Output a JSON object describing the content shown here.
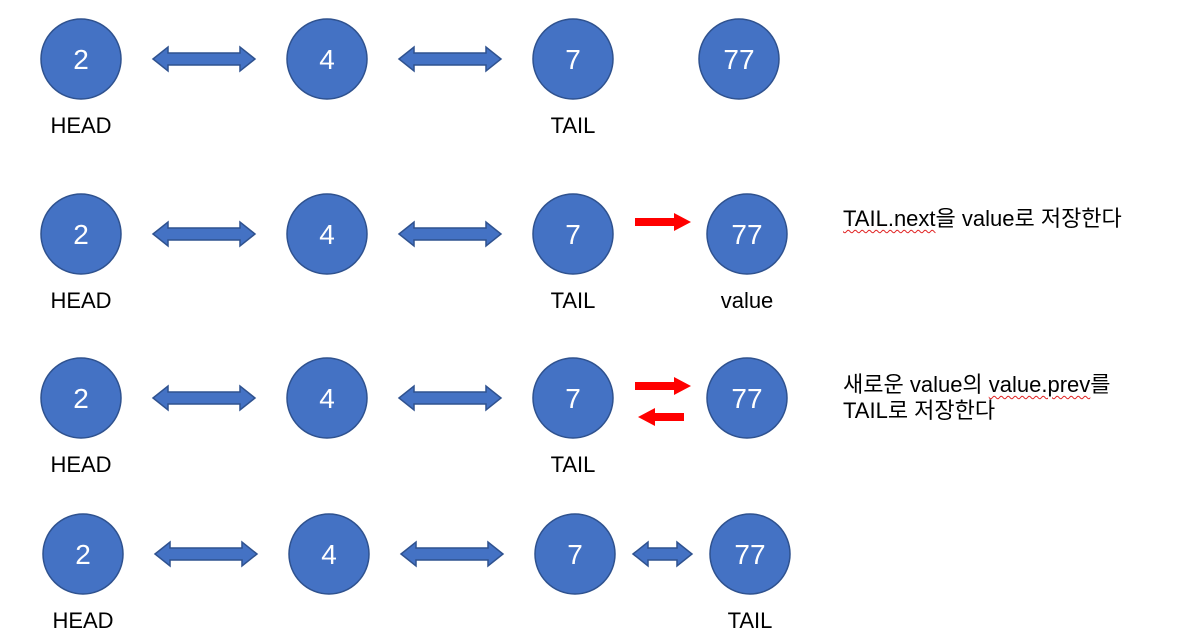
{
  "rows": [
    {
      "nodes": [
        {
          "value": "2",
          "label": "HEAD"
        },
        {
          "value": "4",
          "label": ""
        },
        {
          "value": "7",
          "label": "TAIL"
        },
        {
          "value": "77",
          "label": ""
        }
      ],
      "links": [
        "double",
        "double",
        "none"
      ]
    },
    {
      "nodes": [
        {
          "value": "2",
          "label": "HEAD"
        },
        {
          "value": "4",
          "label": ""
        },
        {
          "value": "7",
          "label": "TAIL"
        },
        {
          "value": "77",
          "label": "value"
        }
      ],
      "links": [
        "double",
        "double",
        "red-next"
      ]
    },
    {
      "nodes": [
        {
          "value": "2",
          "label": "HEAD"
        },
        {
          "value": "4",
          "label": ""
        },
        {
          "value": "7",
          "label": "TAIL"
        },
        {
          "value": "77",
          "label": ""
        }
      ],
      "links": [
        "double",
        "double",
        "red-both"
      ]
    },
    {
      "nodes": [
        {
          "value": "2",
          "label": "HEAD"
        },
        {
          "value": "4",
          "label": ""
        },
        {
          "value": "7",
          "label": ""
        },
        {
          "value": "77",
          "label": "TAIL"
        }
      ],
      "links": [
        "double",
        "double",
        "double"
      ]
    }
  ],
  "notes": {
    "step2": {
      "underlined": "TAIL.next",
      "rest": "을 value로 저장한다"
    },
    "step3": {
      "line1_a": "새로운 value의 ",
      "line1_underlined": "value.prev",
      "line1_b": "를",
      "line2": "TAIL로 저장한다"
    }
  },
  "colors": {
    "node_fill": "#4472c4",
    "node_stroke": "#2f528f",
    "node_text": "#ffffff",
    "red_arrow": "#ff0000"
  }
}
